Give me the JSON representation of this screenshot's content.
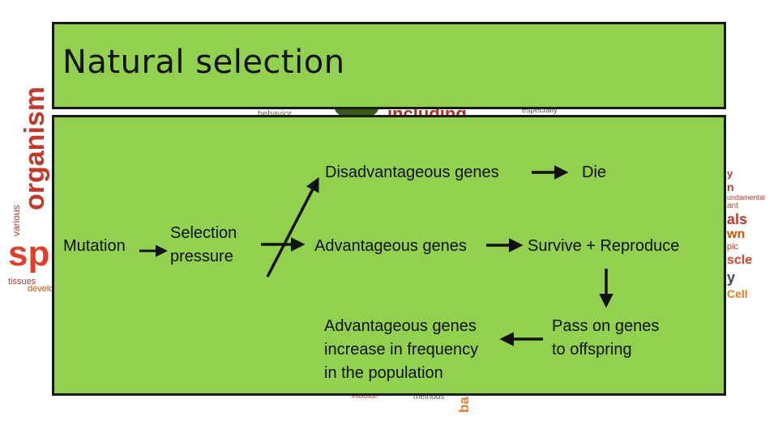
{
  "background_words": [
    {
      "text": "organism",
      "color": "#c0392b"
    },
    {
      "text": "various",
      "color": "#c0392b"
    },
    {
      "text": "sp",
      "color": "#e0402a"
    },
    {
      "text": "tissues",
      "color": "#c0392b"
    },
    {
      "text": "develo",
      "color": "#d35400"
    },
    {
      "text": "behavior",
      "color": "#7f6a3a"
    },
    {
      "text": "including",
      "color": "#b03020"
    },
    {
      "text": "especially",
      "color": "#555555"
    },
    {
      "text": "y",
      "color": "#c0392b"
    },
    {
      "text": "n",
      "color": "#c0392b"
    },
    {
      "text": "undamental",
      "color": "#c0392b"
    },
    {
      "text": "ant",
      "color": "#c0392b"
    },
    {
      "text": "als",
      "color": "#c0392b"
    },
    {
      "text": "wn",
      "color": "#d35400"
    },
    {
      "text": "pic",
      "color": "#c0392b"
    },
    {
      "text": "scle",
      "color": "#e0402a"
    },
    {
      "text": "y",
      "color": "#444444"
    },
    {
      "text": "Cell",
      "color": "#e67e22"
    },
    {
      "text": "evolution",
      "color": "#c0392b"
    },
    {
      "text": "methods",
      "color": "#555555"
    },
    {
      "text": "ba",
      "color": "#e67e22"
    }
  ],
  "title": "Natural selection",
  "nodes": {
    "mutation": "Mutation",
    "selection_line1": "Selection",
    "selection_line2": "pressure",
    "disadvantageous": "Disadvantageous genes",
    "die": "Die",
    "advantageous": "Advantageous genes",
    "survive": "Survive + Reproduce",
    "pass_line1": "Pass on genes",
    "pass_line2": "to offspring",
    "increase_line1": "Advantageous genes",
    "increase_line2": "increase in frequency",
    "increase_line3": "in the population"
  },
  "colors": {
    "panel": "#92d050",
    "border": "#1a1a1a",
    "arrow": "#111111"
  }
}
